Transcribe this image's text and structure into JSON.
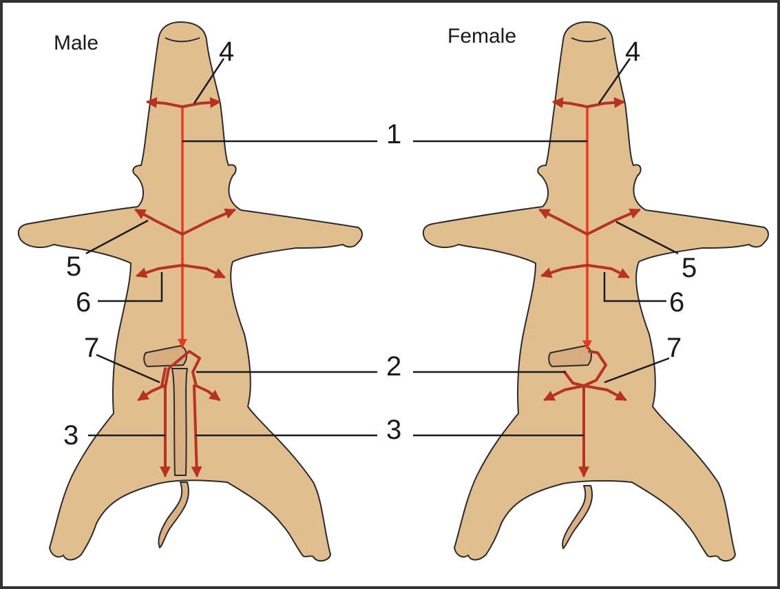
{
  "labels": {
    "male": "Male",
    "female": "Female",
    "n1": "1",
    "n2": "2",
    "n3": "3",
    "n4": "4",
    "n5": "5",
    "n6": "6",
    "n7": "7"
  },
  "colors": {
    "frame": "#333333",
    "body_fill": "#deb887",
    "main_cut": "#e83a22",
    "side_cut": "#b83222"
  }
}
